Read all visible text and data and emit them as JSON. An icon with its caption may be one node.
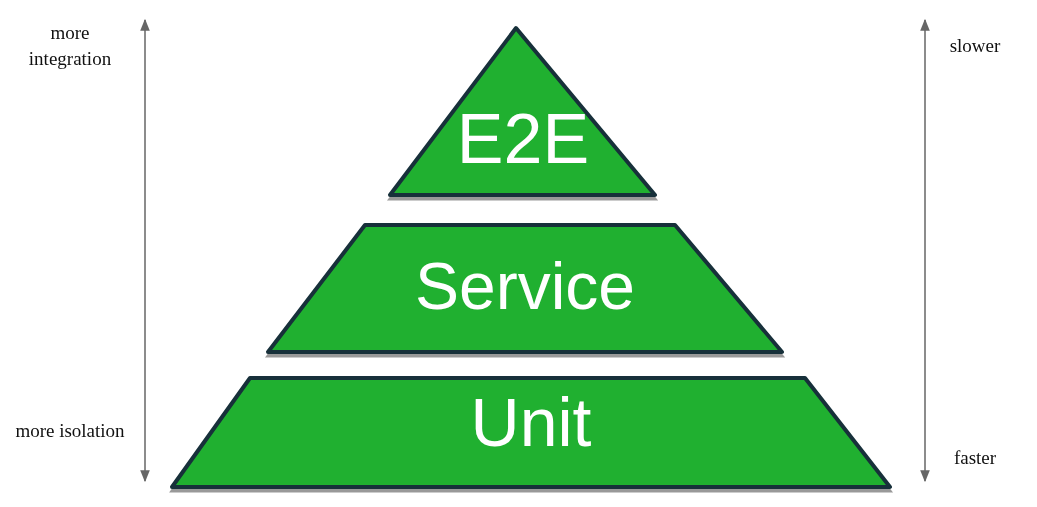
{
  "diagram": {
    "nodes": [
      {
        "text": [
          "E2E"
        ]
      },
      {
        "text": [
          "Service"
        ]
      },
      {
        "text": [
          "Unit"
        ]
      }
    ],
    "labels": [
      "more integration",
      "slower",
      "more isolation",
      "faster"
    ]
  }
}
